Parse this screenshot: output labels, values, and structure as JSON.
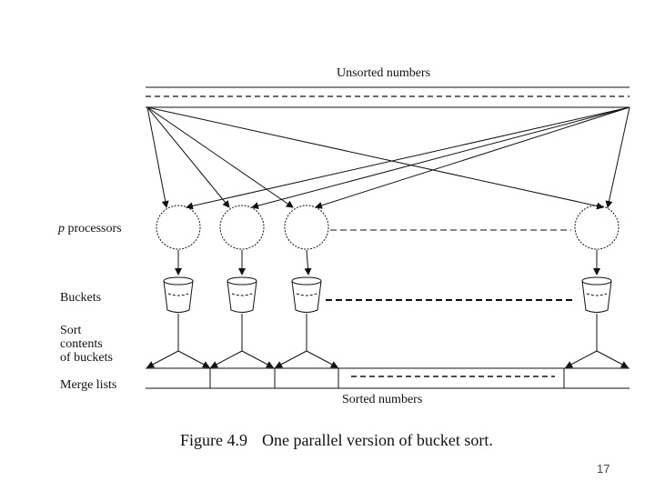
{
  "diagram": {
    "top_label": "Unsorted numbers",
    "bottom_label": "Sorted numbers",
    "left_labels": {
      "processors_var": "p",
      "processors": " processors",
      "buckets": "Buckets",
      "sort_line1": "Sort",
      "sort_line2": "contents",
      "sort_line3": "of buckets",
      "merge": "Merge lists"
    }
  },
  "caption": {
    "number": "Figure 4.9",
    "text": "One parallel version of bucket sort."
  },
  "page_number": "17",
  "colors": {
    "line": "#111111",
    "page_number": "#444444"
  }
}
